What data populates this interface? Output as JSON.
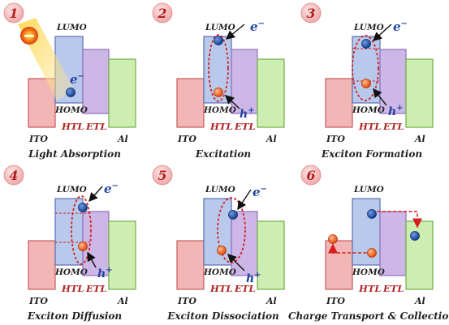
{
  "colors": {
    "ito_fill": "#f2b6b6",
    "ito_stroke": "#c85a5a",
    "htl_fill": "#b9c9ec",
    "htl_stroke": "#5a6fb0",
    "etl_fill": "#cdb7e6",
    "etl_stroke": "#8e6fbe",
    "al_fill": "#cdeeb0",
    "al_stroke": "#6fae4a",
    "electron": "#1d4fa8",
    "hole": "#f0601c",
    "ellipse": "#d41f1f",
    "badge_fill": "#f5c7c7",
    "badge_text": "#b42020",
    "label_red": "#b22222",
    "label_dark": "#222222",
    "label_blue": "#2343a0"
  },
  "labels": {
    "lumo": "LUMO",
    "homo": "HOMO",
    "ito": "ITO",
    "htl": "HTL",
    "etl": "ETL",
    "al": "Al",
    "electron": "e",
    "hole": "h",
    "minus": "−",
    "plus": "+"
  },
  "panels": [
    {
      "number": "1",
      "caption": "Light Absorption"
    },
    {
      "number": "2",
      "caption": "Excitation"
    },
    {
      "number": "3",
      "caption": "Exciton Formation"
    },
    {
      "number": "4",
      "caption": "Exciton Diffusion"
    },
    {
      "number": "5",
      "caption": "Exciton Dissociation"
    },
    {
      "number": "6",
      "caption": "Charge Transport & Collection"
    }
  ]
}
